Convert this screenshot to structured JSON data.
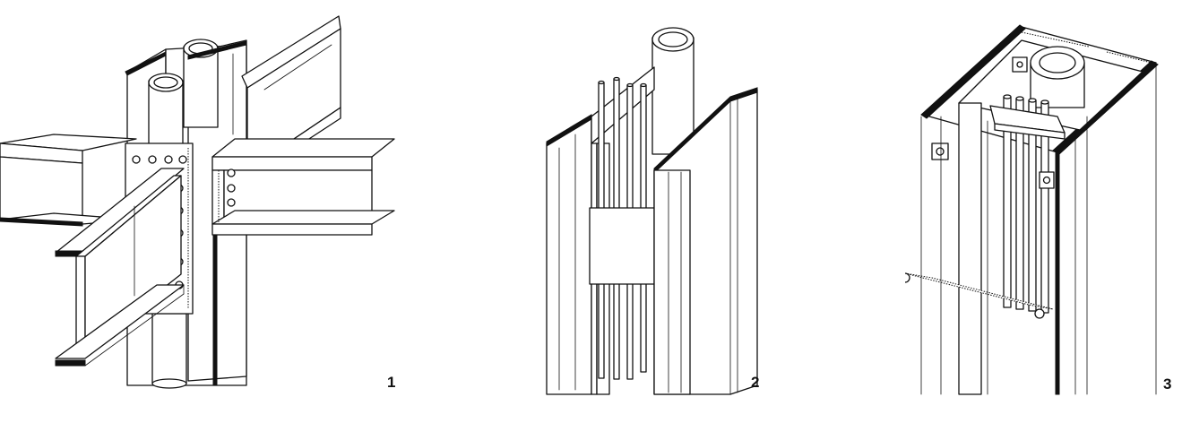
{
  "figures": [
    {
      "id": "detail-1",
      "number": "1"
    },
    {
      "id": "detail-2",
      "number": "2"
    },
    {
      "id": "detail-3",
      "number": "3"
    }
  ]
}
